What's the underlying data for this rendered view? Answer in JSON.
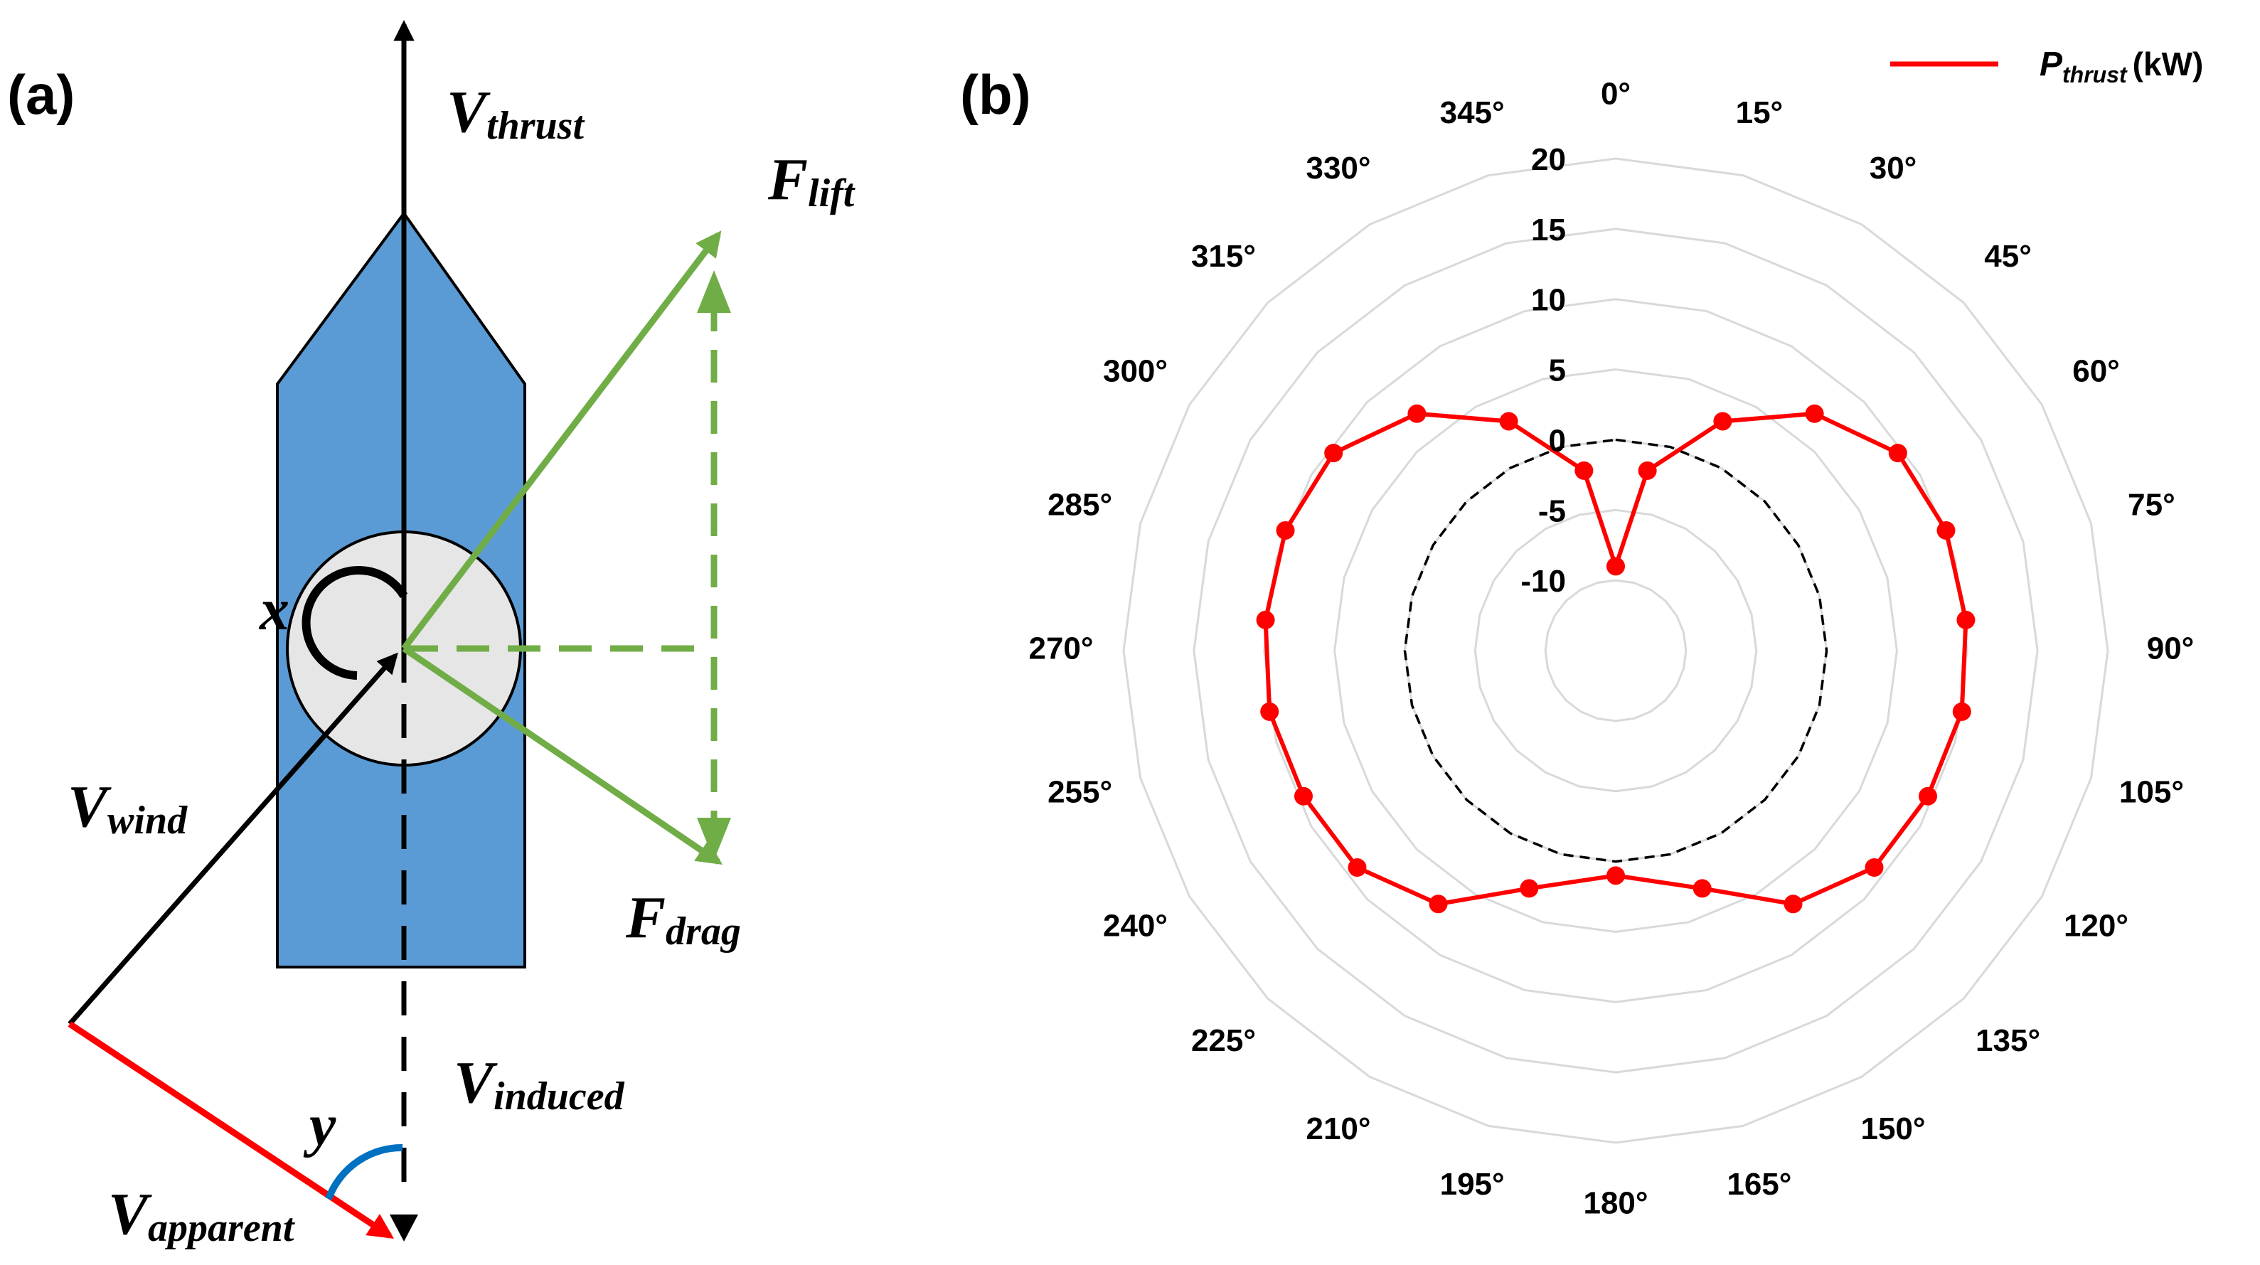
{
  "panel_a": {
    "label": "(a)",
    "v_thrust": {
      "main": "V",
      "sub": "thrust"
    },
    "f_lift": {
      "main": "F",
      "sub": "lift"
    },
    "f_drag": {
      "main": "F",
      "sub": "drag"
    },
    "x_angle": "x",
    "v_wind": {
      "main": "V",
      "sub": "wind"
    },
    "v_induced": {
      "main": "V",
      "sub": "induced"
    },
    "y_angle": "y",
    "v_apparent": {
      "main": "V",
      "sub": "apparent"
    },
    "colors": {
      "hull": "#5b9bd5",
      "rotor": "#e6e6e6",
      "lift_drag": "#70ad47",
      "apparent": "#ff0000",
      "angle_arc": "#0070c0",
      "outline": "#000000"
    }
  },
  "panel_b": {
    "label": "(b)",
    "chart_data": {
      "type": "polar-line",
      "angles_deg": [
        0,
        15,
        30,
        45,
        60,
        75,
        90,
        105,
        120,
        135,
        150,
        165,
        180,
        195,
        210,
        225,
        240,
        255,
        270,
        285,
        300,
        315,
        330,
        345
      ],
      "angle_labels": [
        "0°",
        "15°",
        "30°",
        "45°",
        "60°",
        "75°",
        "90°",
        "105°",
        "120°",
        "135°",
        "150°",
        "165°",
        "180°",
        "195°",
        "210°",
        "225°",
        "240°",
        "255°",
        "270°",
        "285°",
        "300°",
        "315°",
        "330°",
        "345°"
      ],
      "radial_range": [
        -15,
        20
      ],
      "radial_ticks": [
        "20",
        "15",
        "10",
        "5",
        "0",
        "-5",
        "-10"
      ],
      "radial_tick_values": [
        20,
        15,
        10,
        5,
        0,
        -5,
        -10
      ],
      "reference_ring": 0,
      "grid": true,
      "series": [
        {
          "name_main": "P",
          "name_sub": "thrust",
          "name_unit": "(kW)",
          "color": "#ff0000",
          "point_angles_deg": [
            0,
            10,
            25,
            40,
            55,
            70,
            85,
            100,
            115,
            130,
            145,
            160,
            180,
            200,
            215,
            230,
            245,
            260,
            275,
            290,
            305,
            320,
            335,
            350
          ],
          "values": [
            -9,
            -2,
            3,
            7,
            9.5,
            10,
            10,
            10,
            9.5,
            9,
            7,
            3,
            1,
            3,
            7,
            9,
            9.5,
            10,
            10,
            10,
            9.5,
            7,
            3,
            -2
          ]
        }
      ],
      "legend_position": "top-right"
    }
  }
}
